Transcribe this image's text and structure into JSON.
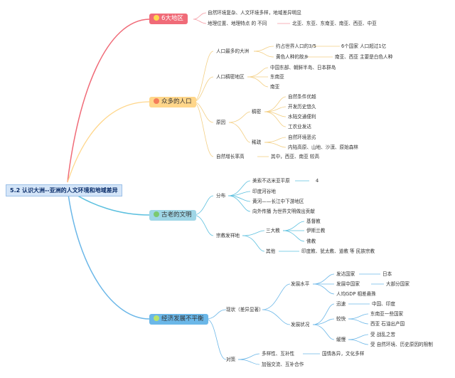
{
  "root": "5.2 认识大洲--亚洲的人文环境和地域差异",
  "branches": {
    "regions": {
      "title": "6大地区",
      "color": "#f06b78",
      "items": [
        "自然环境复杂、人文环境多样，地域差异明显",
        "地理位置、地理特点 的 不同",
        "北亚、东亚、东南亚、南亚、西亚、中亚"
      ]
    },
    "population": {
      "title": "众多的人口",
      "color": "#ffd68a",
      "most": "人口最多的大洲",
      "most_items": [
        "约占世界人口的3/5",
        "6个国家 人口超过1亿",
        "黄色人种的故乡",
        "南亚、西亚 主要是白色人种"
      ],
      "dense": "人口稠密地区",
      "dense_items": [
        "中国东部、朝鲜半岛、日本群岛",
        "东南亚",
        "南亚"
      ],
      "reason": "原因",
      "thick": "稠密",
      "thick_items": [
        "自然条件优越",
        "开发历史悠久",
        "水陆交通便利",
        "工农业发达"
      ],
      "sparse": "稀疏",
      "sparse_items": [
        "自然环境恶劣",
        "内陆高原、山地、沙漠、原始森林"
      ],
      "growth": "自然增长率高",
      "growth_detail": "其中，西亚、南亚 较高"
    },
    "civilization": {
      "title": "古老的文明",
      "color": "#9fd6e6",
      "dist": "分布",
      "dist_items": [
        "美索不达米亚平原",
        "印度河谷地",
        "黄河——长江中下游地区",
        "向外传播 为世界文明做出贡献"
      ],
      "note": "4",
      "religion": "宗教发祥地",
      "three": "三大教",
      "three_items": [
        "基督教",
        "伊斯兰教",
        "佛教"
      ],
      "other": "其他",
      "other_detail": "印度教、犹太教、道教 等 民族宗教"
    },
    "economy": {
      "title": "经济发展不平衡",
      "color": "#6bb7e8",
      "status": "现状（差异显著）",
      "level": "发展水平",
      "developed": "发达国家",
      "japan": "日本",
      "developing": "发展中国家",
      "most_countries": "大部分国家",
      "gdp": "人均GDP 相差悬殊",
      "condition": "发展状况",
      "fast": "迅速",
      "fast_detail": "中国、印度",
      "faster": "较快",
      "faster_items": [
        "东南亚一些国家",
        "西亚 石油出产国"
      ],
      "slow": "缓慢",
      "slow_items": [
        "受 战乱之苦",
        "受 自然环境、历史原因的限制"
      ],
      "measures": "对策",
      "diversity": "多样性、互补性",
      "diversity_detail": "国情各异，文化多样",
      "exchange": "加强交流、互补合作"
    }
  }
}
